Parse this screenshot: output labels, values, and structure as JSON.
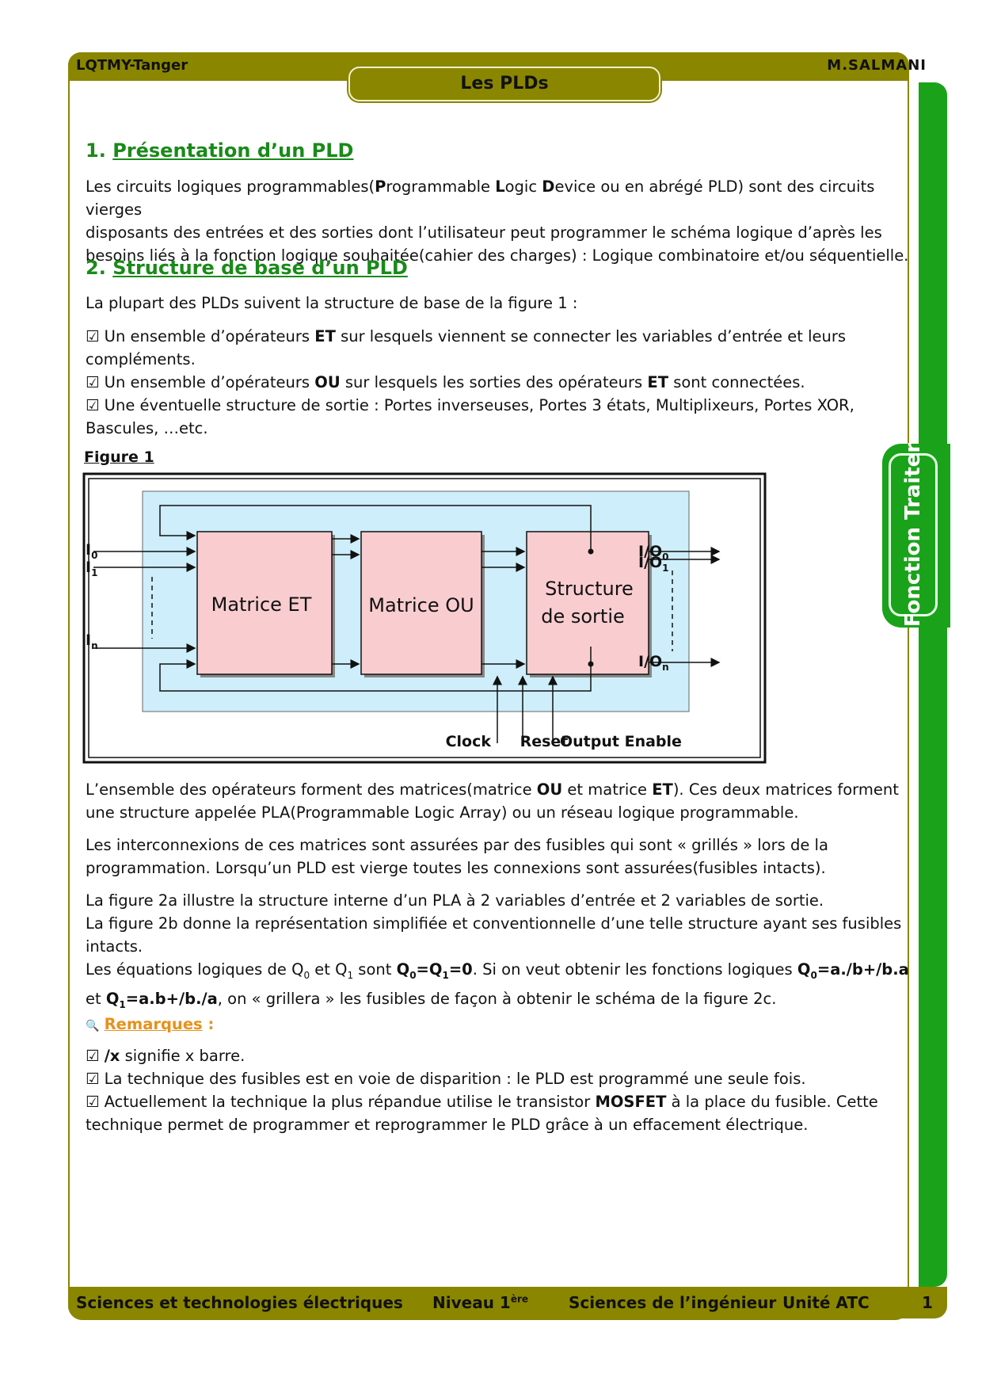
{
  "header": {
    "left": "LQTMY-Tanger",
    "right": "M.SALMANI",
    "title": "Les PLDs"
  },
  "sidebar": {
    "label": "Fonction Traiter"
  },
  "section1": {
    "num": "1.",
    "title": "Présentation d’un PLD",
    "p1_a": "Les circuits logiques programmables(",
    "p1_b": "P",
    "p1_c": "rogrammable ",
    "p1_d": "L",
    "p1_e": "ogic ",
    "p1_f": "D",
    "p1_g": "evice ou en abrégé PLD) sont des circuits vierges",
    "p1_line2": "disposants des entrées et des sorties dont l’utilisateur peut programmer le schéma logique d’après les",
    "p1_line3": "besoins liés à la fonction logique souhaitée(cahier des charges) : Logique combinatoire et/ou séquentielle."
  },
  "section2": {
    "num": "2.",
    "title": "Structure de base d’un PLD",
    "intro": "La plupart des PLDs suivent la structure de base de la figure 1 :",
    "check": "☑",
    "b1_a": " Un ensemble d’opérateurs ",
    "b1_b": "ET",
    "b1_c": " sur lesquels viennent se connecter les variables d’entrée et leurs",
    "b1_line2": "compléments.",
    "b2_a": " Un ensemble d’opérateurs ",
    "b2_b": "OU",
    "b2_c": "  sur lesquels les sorties des opérateurs ",
    "b2_d": "ET",
    "b2_e": " sont connectées.",
    "b3_a": " Une éventuelle structure de sortie : Portes inverseuses, Portes 3 états, Multiplixeurs, Portes XOR,",
    "b3_line2": "Bascules, …etc."
  },
  "figure": {
    "label": "Figure 1",
    "block_and": "Matrice ET",
    "block_or": "Matrice OU",
    "block_out_1": "Structure",
    "block_out_2": "de sortie",
    "in0": "I",
    "in0_sub": "0",
    "in1": "I",
    "in1_sub": "1",
    "inn": "I",
    "inn_sub": "n",
    "out0": "I/O",
    "out0_sub": "0",
    "out1": "I/O",
    "out1_sub": "1",
    "outn": "I/O",
    "outn_sub": "n",
    "clock": "Clock",
    "reset": "Reset",
    "oe": "Output Enable",
    "colors": {
      "bg": "#cdeefa",
      "block": "#f9cdd0",
      "line": "#111111"
    }
  },
  "body": {
    "p2_a": "L’ensemble des opérateurs forment des matrices(matrice ",
    "p2_b": "OU",
    "p2_c": " et matrice ",
    "p2_d": "ET",
    "p2_e": "). Ces deux matrices forment",
    "p2_line2": "une structure appelée PLA(Programmable Logic Array) ou un réseau logique programmable.",
    "p3_line1": "Les interconnexions de ces matrices sont assurées par des fusibles qui sont « grillés » lors de la",
    "p3_line2": "programmation. Lorsqu’un PLD est vierge toutes les connexions sont assurées(fusibles intacts).",
    "p4_line1": "La figure 2a illustre la structure interne d’un PLA à 2 variables d’entrée et 2 variables de sortie.",
    "p4_line2": "La figure 2b donne la représentation simplifiée et conventionnelle d’une telle structure ayant ses fusibles",
    "p4_line3": "intacts.",
    "p4_line4_a": "Les équations logiques de Q",
    "p4_line4_b": " et Q",
    "p4_line4_c": " sont ",
    "p4_line4_d": "Q",
    "p4_line4_e": "=Q",
    "p4_line4_f": "=0",
    "p4_line4_g": ". Si on veut obtenir les fonctions logiques ",
    "p4_line4_h": "Q",
    "p4_line4_i": "=a./b+/b.a",
    "p4_line5_a": "et ",
    "p4_line5_b": "Q",
    "p4_line5_c": "=a.b+/b./a",
    "p4_line5_d": ",  on « grillera » les fusibles de façon à obtenir le schéma de la figure 2c.",
    "sub0": "0",
    "sub1": "1"
  },
  "remarks": {
    "icon": "🔍",
    "title": "Remarques",
    "colon": " :",
    "r1_a": "/x",
    "r1_b": " signifie x barre.",
    "r2": " La technique des fusibles est en voie de disparition : le PLD est programmé une seule fois.",
    "r3_a": " Actuellement la technique la plus répandue utilise le transistor ",
    "r3_b": "MOSFET",
    "r3_c": " à la place du fusible. Cette",
    "r3_line2": "technique permet de programmer et reprogrammer le PLD grâce à un effacement électrique."
  },
  "footer": {
    "left": "Sciences et technologies électriques",
    "niveau": "Niveau 1",
    "niveau_sup": "ère",
    "middle": "Sciences de l’ingénieur",
    "unit": "Unité ATC",
    "page": "1"
  }
}
